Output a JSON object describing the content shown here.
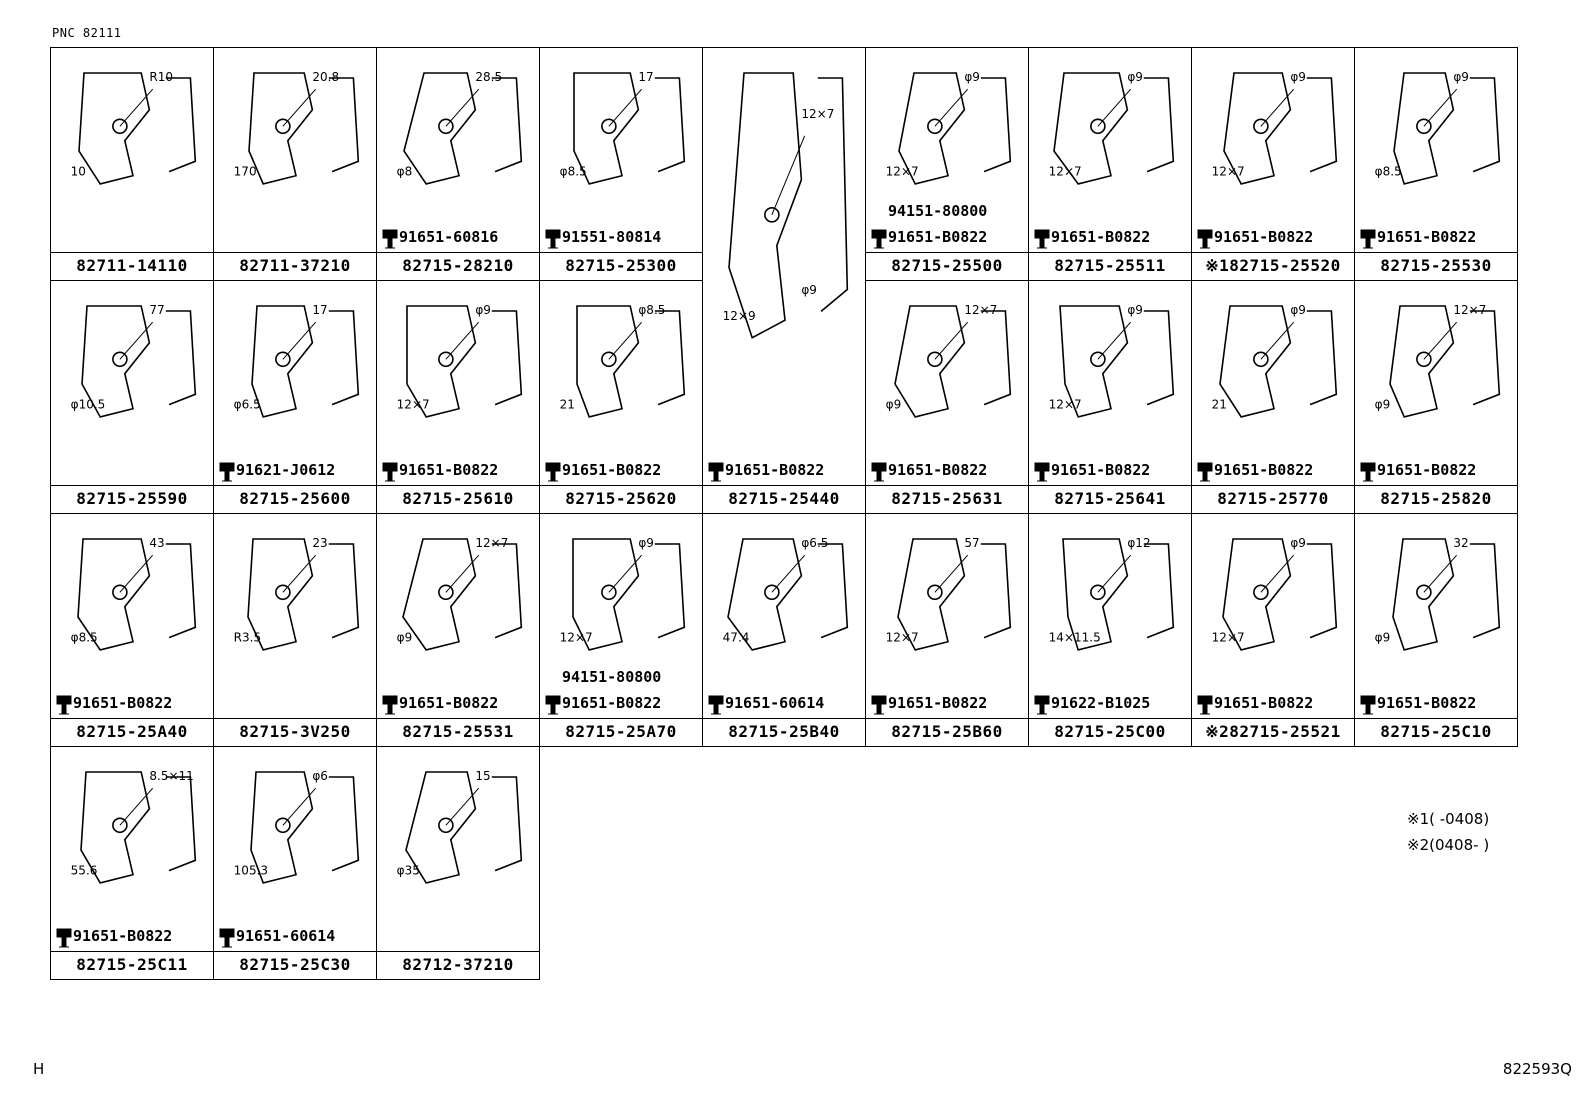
{
  "header": {
    "pnc": "PNC 82111"
  },
  "footer": {
    "left_letter": "H",
    "diagram_id": "822593Q"
  },
  "notes": [
    "※1(      -0408)",
    "※2(0408-      )"
  ],
  "cells": [
    {
      "part": "82711-14110",
      "bolt": "",
      "dims": [
        "R10",
        "10"
      ]
    },
    {
      "part": "82711-37210",
      "bolt": "",
      "dims": [
        "20.8",
        "170"
      ]
    },
    {
      "part": "82715-28210",
      "bolt": "91651-60816",
      "dims": [
        "28.5",
        "φ8"
      ]
    },
    {
      "part": "82715-25300",
      "bolt": "91551-80814",
      "dims": [
        "17",
        "φ8.5"
      ]
    },
    {
      "part": "82715-25440",
      "bolt": "91651-B0822",
      "dims": [
        "12×7",
        "12×9",
        "φ9"
      ]
    },
    {
      "part": "82715-25500",
      "bolt": "91651-B0822",
      "bolt2": "94151-80800",
      "dims": [
        "φ9",
        "12×7"
      ]
    },
    {
      "part": "82715-25511",
      "bolt": "91651-B0822",
      "dims": [
        "φ9",
        "12×7"
      ]
    },
    {
      "part": "※182715-25520",
      "bolt": "91651-B0822",
      "dims": [
        "φ9",
        "12×7"
      ]
    },
    {
      "part": "82715-25530",
      "bolt": "91651-B0822",
      "dims": [
        "φ9",
        "φ8.5"
      ]
    },
    {
      "part": "82715-25590",
      "bolt": "",
      "dims": [
        "77",
        "φ10.5"
      ]
    },
    {
      "part": "82715-25600",
      "bolt": "91621-J0612",
      "dims": [
        "17",
        "φ6.5"
      ]
    },
    {
      "part": "82715-25610",
      "bolt": "91651-B0822",
      "dims": [
        "φ9",
        "12×7"
      ]
    },
    {
      "part": "82715-25620",
      "bolt": "91651-B0822",
      "dims": [
        "φ8.5",
        "21"
      ]
    },
    {
      "part": "82715-25631",
      "bolt": "91651-B0822",
      "dims": [
        "12×7",
        "φ9"
      ]
    },
    {
      "part": "82715-25641",
      "bolt": "91651-B0822",
      "dims": [
        "φ9",
        "12×7"
      ]
    },
    {
      "part": "82715-25770",
      "bolt": "91651-B0822",
      "dims": [
        "φ9",
        "21"
      ]
    },
    {
      "part": "82715-25820",
      "bolt": "91651-B0822",
      "dims": [
        "12×7",
        "φ9"
      ]
    },
    {
      "part": "82715-25A40",
      "bolt": "91651-B0822",
      "dims": [
        "43",
        "φ8.5"
      ]
    },
    {
      "part": "82715-3V250",
      "bolt": "",
      "dims": [
        "23",
        "R3.5"
      ]
    },
    {
      "part": "82715-25531",
      "bolt": "91651-B0822",
      "dims": [
        "12×7",
        "φ9"
      ]
    },
    {
      "part": "82715-25A70",
      "bolt": "91651-B0822",
      "bolt2": "94151-80800",
      "dims": [
        "φ9",
        "12×7"
      ]
    },
    {
      "part": "82715-25B40",
      "bolt": "91651-60614",
      "dims": [
        "φ6.5",
        "47.4"
      ]
    },
    {
      "part": "82715-25B60",
      "bolt": "91651-B0822",
      "dims": [
        "57",
        "12×7"
      ]
    },
    {
      "part": "82715-25C00",
      "bolt": "91622-B1025",
      "dims": [
        "φ12",
        "14×11.5"
      ]
    },
    {
      "part": "※282715-25521",
      "bolt": "91651-B0822",
      "dims": [
        "φ9",
        "12×7"
      ]
    },
    {
      "part": "82715-25C10",
      "bolt": "91651-B0822",
      "dims": [
        "32",
        "φ9"
      ]
    },
    {
      "part": "82715-25C11",
      "bolt": "91651-B0822",
      "dims": [
        "8.5×11",
        "55.6"
      ]
    },
    {
      "part": "82715-25C30",
      "bolt": "91651-60614",
      "dims": [
        "φ6",
        "105.3"
      ]
    },
    {
      "part": "82712-37210",
      "bolt": "",
      "dims": [
        "15",
        "φ35"
      ]
    }
  ]
}
